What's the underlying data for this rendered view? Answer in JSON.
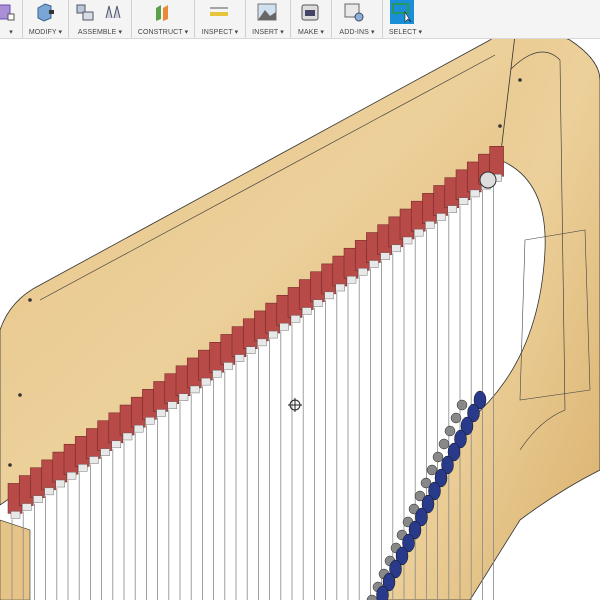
{
  "toolbar": {
    "groups": [
      {
        "label": "▾",
        "icons": [
          "create-form-icon"
        ]
      },
      {
        "label": "MODIFY ▾",
        "icons": [
          "press-pull-icon"
        ]
      },
      {
        "label": "ASSEMBLE ▾",
        "icons": [
          "new-component-icon",
          "joint-icon"
        ]
      },
      {
        "label": "CONSTRUCT ▾",
        "icons": [
          "offset-plane-icon"
        ]
      },
      {
        "label": "INSPECT ▾",
        "icons": [
          "measure-icon"
        ]
      },
      {
        "label": "INSERT ▾",
        "icons": [
          "insert-image-icon"
        ]
      },
      {
        "label": "MAKE ▾",
        "icons": [
          "3d-print-icon"
        ]
      },
      {
        "label": "ADD-INS ▾",
        "icons": [
          "scripts-addins-icon"
        ]
      },
      {
        "label": "SELECT ▾",
        "icons": [
          "select-icon"
        ]
      }
    ],
    "select_active_color": "#1a8fd8"
  },
  "viewport": {
    "model": "harp",
    "colors": {
      "wood": "#e2bf7e",
      "wood_dark": "#c99a55",
      "tuning_block": "#b84a48",
      "knob": "#2a3a8a",
      "string": "#888888"
    }
  }
}
